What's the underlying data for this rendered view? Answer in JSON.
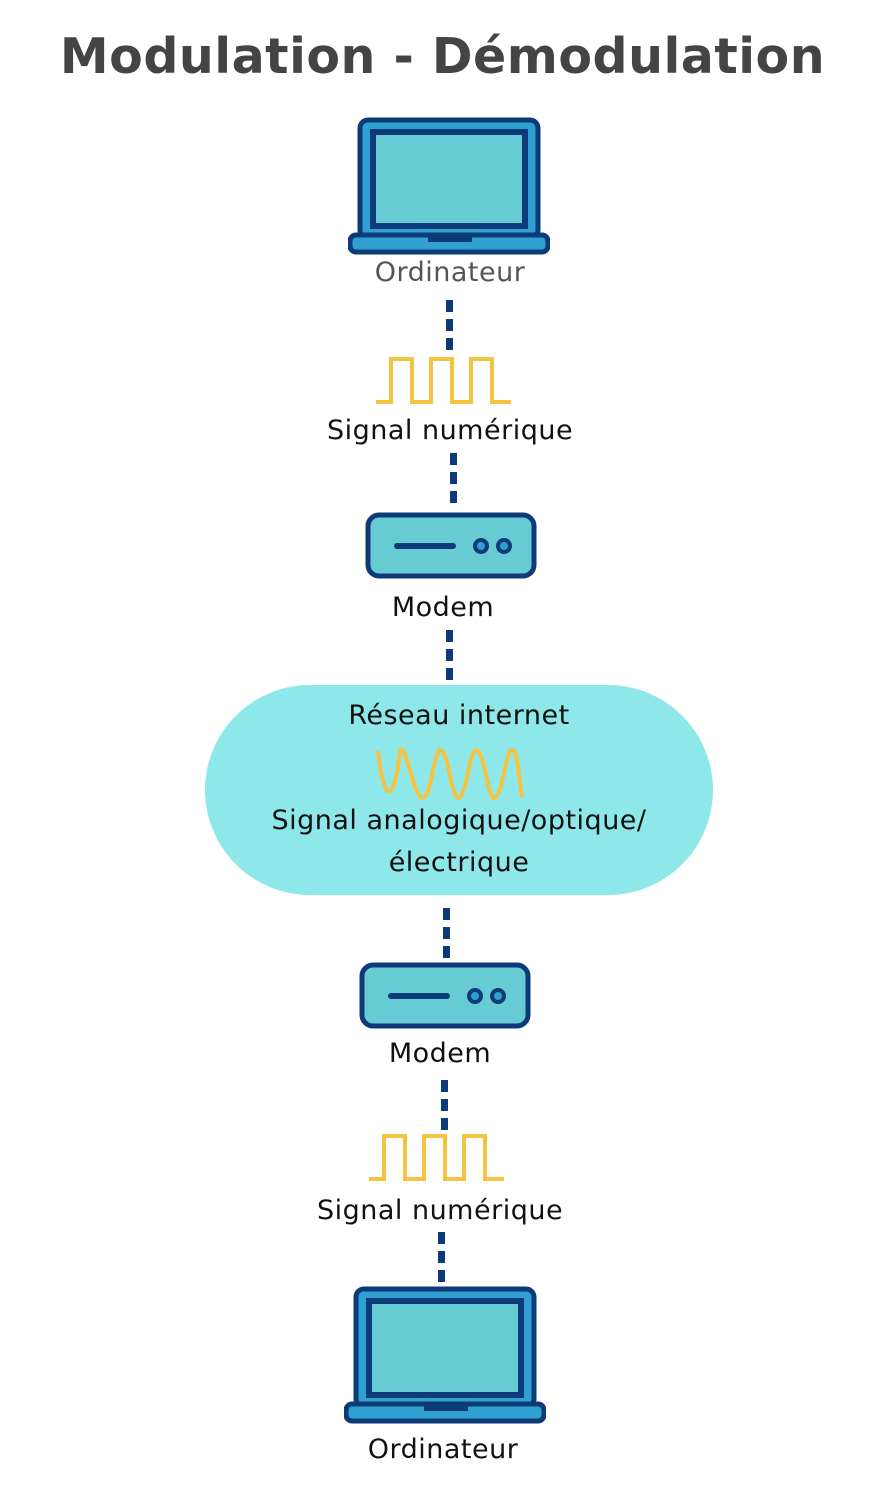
{
  "title": "Modulation - Démodulation",
  "nodes": {
    "computer_top": {
      "label": "Ordinateur",
      "icon": "laptop-icon"
    },
    "signal_top": {
      "label": "Signal numérique",
      "icon": "square-wave-icon"
    },
    "modem_top": {
      "label": "Modem",
      "icon": "modem-icon"
    },
    "network": {
      "title": "Réseau internet",
      "label_line1": "Signal analogique/optique/",
      "label_line2": "électrique",
      "icon": "sine-wave-icon"
    },
    "modem_bottom": {
      "label": "Modem",
      "icon": "modem-icon"
    },
    "signal_bottom": {
      "label": "Signal numérique",
      "icon": "square-wave-icon"
    },
    "computer_bottom": {
      "label": "Ordinateur",
      "icon": "laptop-icon"
    }
  },
  "colors": {
    "title": "#444444",
    "icon_dark": "#0d3a78",
    "icon_mid": "#2fa0d0",
    "icon_light": "#66cbd3",
    "signal": "#f5c242",
    "cloud": "#8ee8ea",
    "connector": "#0d3a78"
  }
}
